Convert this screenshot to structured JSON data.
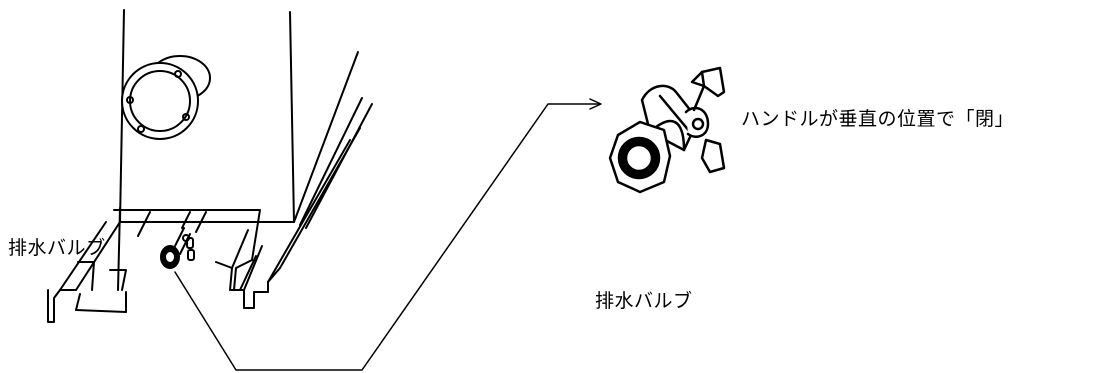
{
  "labels": {
    "drain_valve_left": "排水バルブ",
    "drain_valve_right": "排水バルブ",
    "handle_note": "ハンドルが垂直の位置で「閉」"
  },
  "colors": {
    "line": "#000000",
    "background": "#ffffff"
  }
}
